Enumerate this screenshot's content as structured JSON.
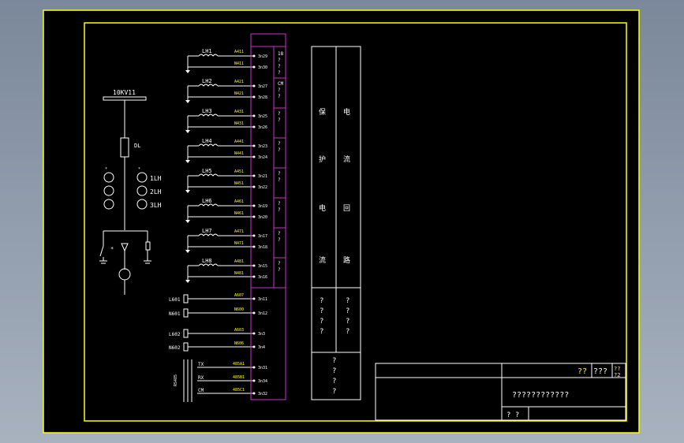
{
  "colors": {
    "background_outer": "#8e9aab",
    "paper": "#000000",
    "border": "#ffff00",
    "line": "#ffffff",
    "terminal_box": "#cc33cc",
    "wire_label": "#ffff00"
  },
  "main_circuit": {
    "bus_label": "10KV11",
    "breaker_label": "DL",
    "ct_labels": [
      "1LH",
      "2LH",
      "3LH"
    ]
  },
  "relay_rows": [
    {
      "name": "LH1",
      "wires": [
        "A411",
        "N411"
      ],
      "terms": [
        "3n29",
        "3n30"
      ],
      "right": [
        "18",
        "?",
        "?",
        "?"
      ]
    },
    {
      "name": "LH2",
      "wires": [
        "A421",
        "N421"
      ],
      "terms": [
        "3n27",
        "3n28"
      ],
      "right": [
        "CM",
        "?",
        "?"
      ]
    },
    {
      "name": "LH3",
      "wires": [
        "A431",
        "N431"
      ],
      "terms": [
        "3n25",
        "3n26"
      ],
      "right": [
        "?",
        "?"
      ]
    },
    {
      "name": "LH4",
      "wires": [
        "A441",
        "N441"
      ],
      "terms": [
        "3n23",
        "3n24"
      ],
      "right": [
        "?",
        "?"
      ]
    },
    {
      "name": "LH5",
      "wires": [
        "A451",
        "N451"
      ],
      "terms": [
        "3n21",
        "3n22"
      ],
      "right": [
        "?",
        "?"
      ]
    },
    {
      "name": "LH6",
      "wires": [
        "A461",
        "N461"
      ],
      "terms": [
        "3n19",
        "3n20"
      ],
      "right": [
        "?",
        "?"
      ]
    },
    {
      "name": "LH7",
      "wires": [
        "A471",
        "N471"
      ],
      "terms": [
        "3n17",
        "3n18"
      ],
      "right": [
        "?",
        "?"
      ]
    },
    {
      "name": "LH8",
      "wires": [
        "A481",
        "N481"
      ],
      "terms": [
        "3n15",
        "3n16"
      ],
      "right": [
        "?",
        "?"
      ]
    }
  ],
  "voltage_rows": [
    {
      "name": "L601",
      "wire": "A607",
      "term": "3n11"
    },
    {
      "name": "N601",
      "wire": "N600",
      "term": "3n12"
    },
    {
      "name": "L602",
      "wire": "A603",
      "term": "3n3"
    },
    {
      "name": "N602",
      "wire": "N606",
      "term": "3n4"
    }
  ],
  "comm_block": {
    "side_label": "RS485",
    "rows": [
      {
        "name": "TX",
        "wire": "485A1",
        "term": "3n31"
      },
      {
        "name": "RX",
        "wire": "485B1",
        "term": "3n34"
      },
      {
        "name": "CM",
        "wire": "485C1",
        "term": "3n32"
      }
    ]
  },
  "function_table": {
    "col1": [
      "保",
      "护",
      "电",
      "流"
    ],
    "col2": [
      "电",
      "流",
      "回",
      "路"
    ],
    "col1_bottom": [
      "?",
      "?",
      "?",
      "?"
    ],
    "col2_bottom": [
      "?",
      "?",
      "?",
      "?"
    ],
    "bottom_cell": [
      "?",
      "?",
      "?",
      "?"
    ]
  },
  "title_block": {
    "top_right_1": "??",
    "top_right_2": "???",
    "top_right_3": "??",
    "top_right_4": "?2",
    "drawing_name": "????????????",
    "bottom_left": "? ?"
  }
}
